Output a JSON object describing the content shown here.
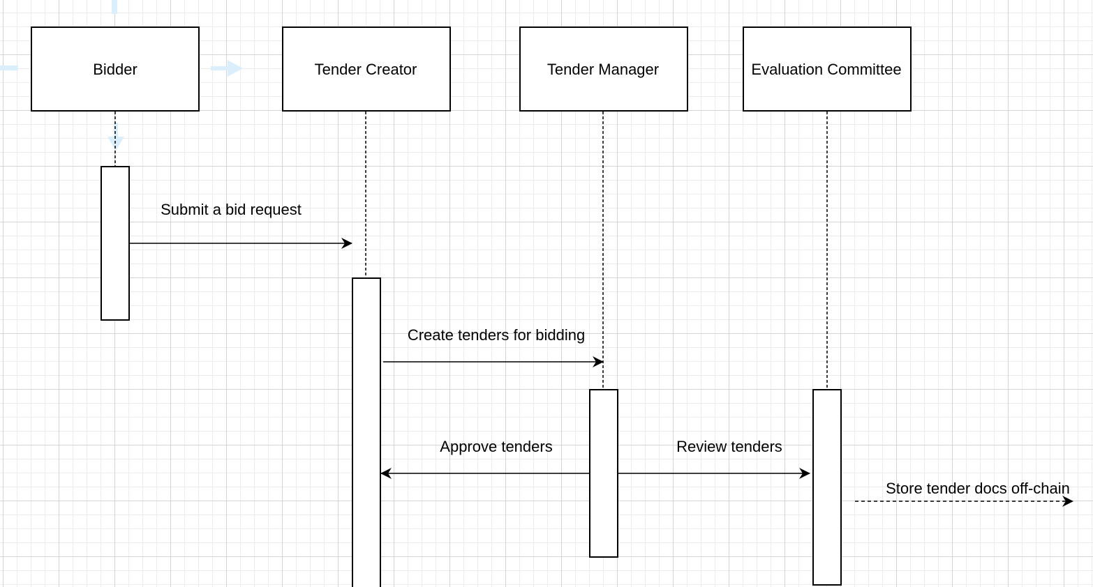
{
  "participants": [
    {
      "id": "bidder",
      "label": "Bidder"
    },
    {
      "id": "creator",
      "label": "Tender Creator"
    },
    {
      "id": "manager",
      "label": "Tender Manager"
    },
    {
      "id": "committee",
      "label": "Evaluation Committee"
    }
  ],
  "messages": [
    {
      "id": "submit",
      "from": "bidder",
      "to": "creator",
      "label": "Submit a bid request",
      "style": "solid"
    },
    {
      "id": "create",
      "from": "creator",
      "to": "manager",
      "label": "Create tenders for bidding",
      "style": "solid"
    },
    {
      "id": "approve",
      "from": "manager",
      "to": "creator",
      "label": "Approve tenders",
      "style": "solid"
    },
    {
      "id": "review",
      "from": "manager",
      "to": "committee",
      "label": "Review tenders",
      "style": "solid"
    },
    {
      "id": "store",
      "from": "committee",
      "to": "",
      "label": "Store tender docs off-chain",
      "style": "dashed"
    }
  ],
  "colors": {
    "stroke": "#000000",
    "grid": "#d4d4d4",
    "hover_hint": "#dbeefb"
  }
}
